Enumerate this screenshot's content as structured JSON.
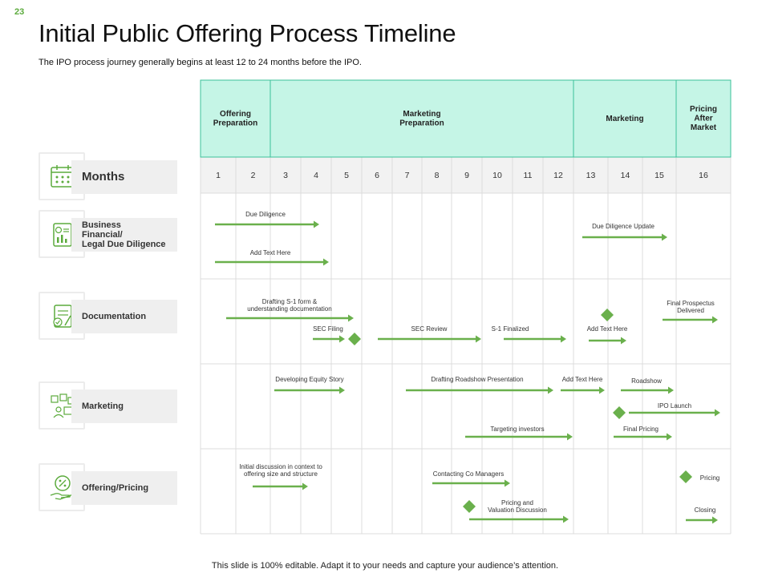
{
  "slide_number": "23",
  "title": "Initial Public Offering Process Timeline",
  "subtitle": "The IPO process journey generally begins at least 12 to 24 months before the IPO.",
  "footer": "This slide is 100% editable. Adapt it to your needs and capture your audience’s attention.",
  "colors": {
    "accent_green": "#6ab04c",
    "header_fill": "#c5f5e6",
    "header_border": "#3cc19a",
    "icon_green": "#5cab3d"
  },
  "row_labels": [
    {
      "text": "Months",
      "icon": "calendar-icon"
    },
    {
      "text": "Business\nFinancial/\nLegal Due Diligence",
      "icon": "financial-report-icon"
    },
    {
      "text": "Documentation",
      "icon": "document-checklist-icon"
    },
    {
      "text": "Marketing",
      "icon": "marketing-board-icon"
    },
    {
      "text": "Offering/Pricing",
      "icon": "percent-hand-icon"
    }
  ],
  "phases": [
    {
      "label": "Offering\nPreparation",
      "from": 1,
      "to": 2
    },
    {
      "label": "Marketing\nPreparation",
      "from": 3,
      "to": 12
    },
    {
      "label": "Marketing",
      "from": 13,
      "to": 15
    },
    {
      "label": "Pricing\nAfter\nMarket",
      "from": 16,
      "to": 16
    }
  ],
  "months": [
    "1",
    "2",
    "3",
    "4",
    "5",
    "6",
    "7",
    "8",
    "9",
    "10",
    "11",
    "12",
    "13",
    "14",
    "15",
    "16"
  ],
  "activities": [
    {
      "row": 1,
      "label": "Due Diligence",
      "type": "arrow"
    },
    {
      "row": 1,
      "label": "Add Text Here",
      "type": "arrow"
    },
    {
      "row": 1,
      "label": "Due Diligence Update",
      "type": "arrow"
    },
    {
      "row": 2,
      "label": "Drafting S-1 form &\nunderstanding documentation",
      "type": "arrow"
    },
    {
      "row": 2,
      "label": "SEC Filing",
      "type": "arrow-milestone"
    },
    {
      "row": 2,
      "label": "SEC Review",
      "type": "arrow"
    },
    {
      "row": 2,
      "label": "S-1 Finalized",
      "type": "arrow"
    },
    {
      "row": 2,
      "label": "Add Text Here",
      "type": "arrow-milestone"
    },
    {
      "row": 2,
      "label": "Final Prospectus\nDelivered",
      "type": "arrow"
    },
    {
      "row": 3,
      "label": "Developing Equity Story",
      "type": "arrow"
    },
    {
      "row": 3,
      "label": "Drafting Roadshow Presentation",
      "type": "arrow"
    },
    {
      "row": 3,
      "label": "Add Text Here",
      "type": "arrow"
    },
    {
      "row": 3,
      "label": "Roadshow",
      "type": "arrow"
    },
    {
      "row": 3,
      "label": "IPO Launch",
      "type": "arrow-milestone"
    },
    {
      "row": 3,
      "label": "Targeting investors",
      "type": "arrow"
    },
    {
      "row": 3,
      "label": "Final Pricing",
      "type": "arrow"
    },
    {
      "row": 4,
      "label": "Initial discussion in context to\noffering size and structure",
      "type": "arrow"
    },
    {
      "row": 4,
      "label": "Contacting Co Managers",
      "type": "arrow"
    },
    {
      "row": 4,
      "label": "Pricing and\nValuation Discussion",
      "type": "arrow-milestone"
    },
    {
      "row": 4,
      "label": "Pricing",
      "type": "milestone-label"
    },
    {
      "row": 4,
      "label": "Closing",
      "type": "arrow"
    }
  ]
}
